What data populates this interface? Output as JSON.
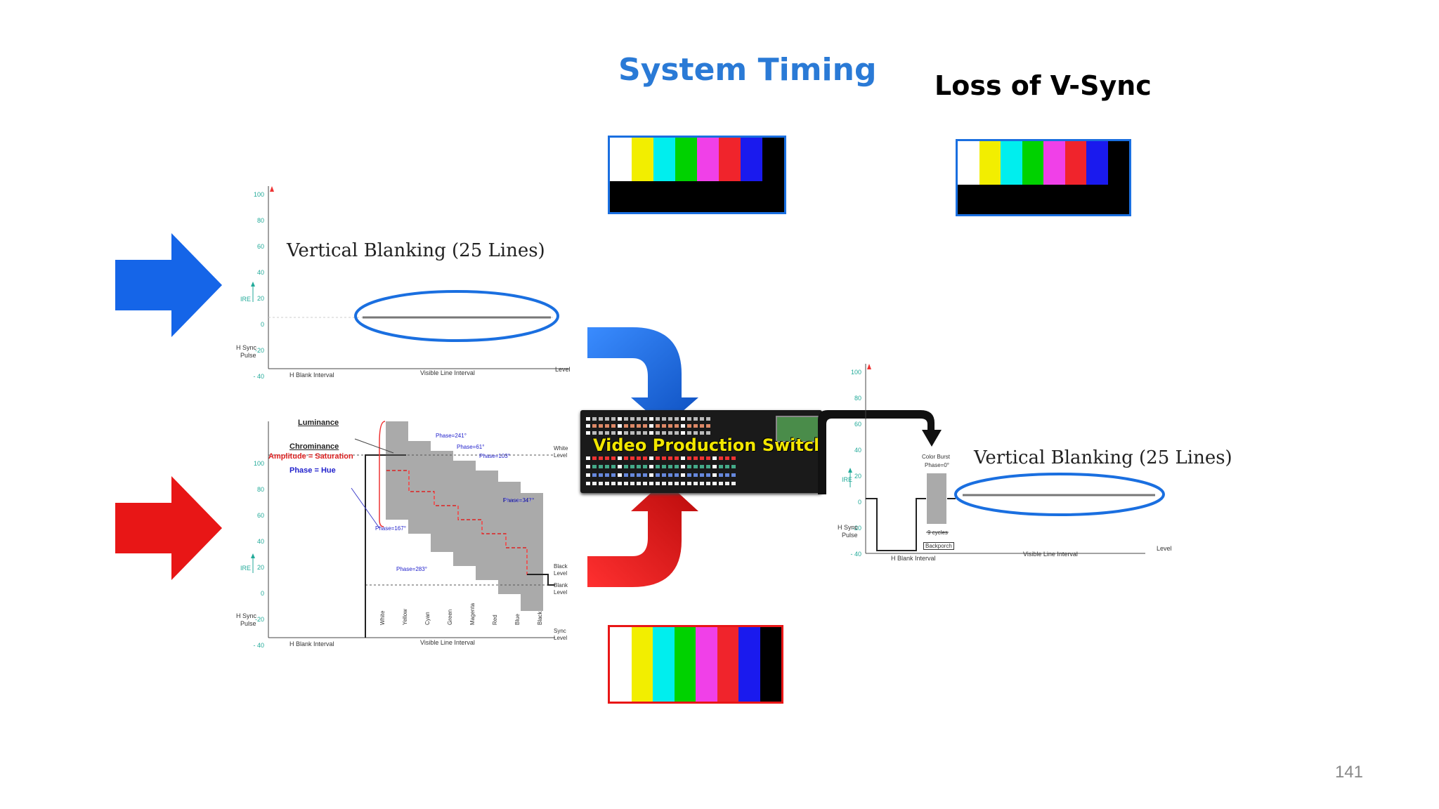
{
  "title": "System Timing",
  "loss_title": "Loss of V-Sync",
  "page_number": "141",
  "colors": {
    "title_blue": "#2a7ad6",
    "input_blue": "#1565e8",
    "input_red": "#e81616",
    "bar_colors": [
      "#ffffff",
      "#f2ee00",
      "#00eeee",
      "#00d200",
      "#f040e8",
      "#f0242c",
      "#1a1aee",
      "#000000"
    ]
  },
  "vblank_label": "Vertical Blanking (25 Lines)",
  "switcher": {
    "label": "Video Production Switcher"
  },
  "graph_top": {
    "y_ticks": [
      "100",
      "80",
      "60",
      "40",
      "20",
      "0",
      "-20",
      "- 40"
    ],
    "ire": "IRE",
    "h_sync": "H Sync",
    "pulse": "Pulse",
    "h_blank": "H Blank Interval",
    "visible": "Visible Line Interval",
    "level": "Level"
  },
  "graph_bottom": {
    "y_ticks": [
      "100",
      "80",
      "60",
      "40",
      "20",
      "0",
      "-20",
      "- 40"
    ],
    "ire": "IRE",
    "h_sync": "H Sync",
    "pulse": "Pulse",
    "luminance": "Luminance",
    "chrominance": "Chrominance",
    "amplitude": "Amplitude = Saturation",
    "phase_hue": "Phase = Hue",
    "phases": [
      "Phase=241°",
      "Phase=61°",
      "Phase=103°",
      "Phase=347°",
      "Phase=167°",
      "Phase=283°"
    ],
    "white_level": [
      "White",
      "Level"
    ],
    "black_level": [
      "Black",
      "Level"
    ],
    "blank_level": [
      "Blank",
      "Level"
    ],
    "sync_level": [
      "Sync",
      "Level"
    ],
    "bar_names": [
      "White",
      "Yellow",
      "Cyan",
      "Green",
      "Magenta",
      "Red",
      "Blue",
      "Black"
    ],
    "h_blank": "H Blank Interval",
    "visible": "Visible Line Interval"
  },
  "graph_right": {
    "y_ticks": [
      "100",
      "80",
      "60",
      "40",
      "20",
      "0",
      "-20",
      "- 40"
    ],
    "ire": "IRE",
    "h_sync": "H Sync",
    "pulse": "Pulse",
    "color_burst": "Color Burst",
    "phase0": "Phase=0°",
    "cycles": "9 cycles",
    "backporch": "Backporch",
    "h_blank": "H Blank Interval",
    "visible": "Visible Line Interval",
    "level": "Level"
  }
}
